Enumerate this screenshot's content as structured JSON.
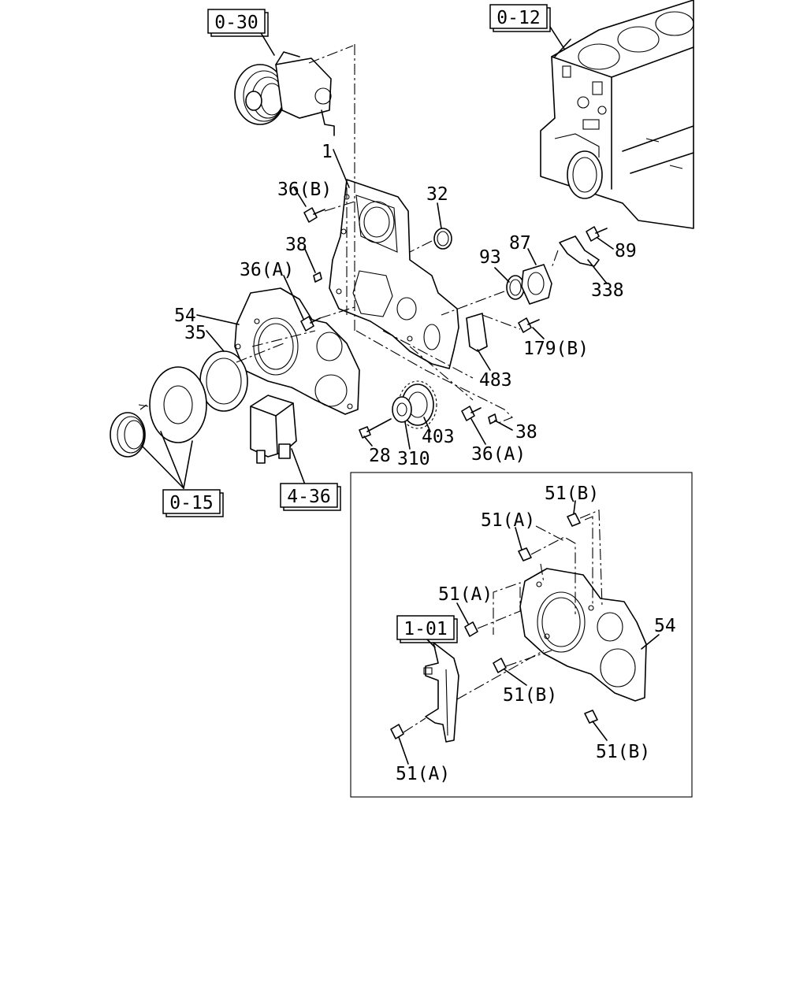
{
  "references": {
    "ref_0_30": "0-30",
    "ref_0_12": "0-12",
    "ref_0_15": "0-15",
    "ref_4_36": "4-36",
    "ref_1_01": "1-01"
  },
  "callouts": {
    "main": {
      "p1": "1",
      "p36b": "36(B)",
      "p32": "32",
      "p38_upper": "38",
      "p36a_upper": "36(A)",
      "p54": "54",
      "p93": "93",
      "p87": "87",
      "p89": "89",
      "p338": "338",
      "p35": "35",
      "p179b": "179(B)",
      "p483": "483",
      "p403": "403",
      "p38_lower": "38",
      "p28": "28",
      "p310": "310",
      "p36a_lower": "36(A)"
    },
    "inset": {
      "p51b_top": "51(B)",
      "p51a_top": "51(A)",
      "p51a_mid": "51(A)",
      "p54": "54",
      "p51b_mid": "51(B)",
      "p51b_bottom": "51(B)",
      "p51a_bottom": "51(A)"
    }
  },
  "colors": {
    "line": "#000000",
    "background": "#ffffff"
  }
}
